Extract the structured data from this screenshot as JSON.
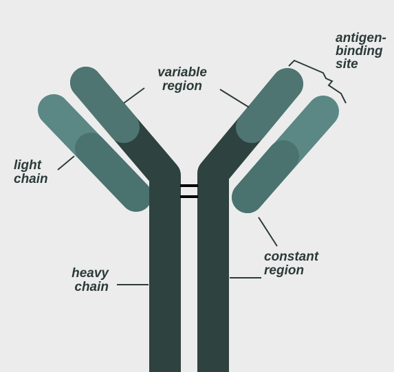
{
  "labels": {
    "variable_region": [
      "variable",
      "region"
    ],
    "light_chain": [
      "light",
      "chain"
    ],
    "antigen_binding_site": [
      "antigen-",
      "binding",
      "site"
    ],
    "constant_region": [
      "constant",
      "region"
    ],
    "heavy_chain": [
      "heavy",
      "chain"
    ]
  },
  "colors": {
    "background": "#ececec",
    "heavy_chain": "#2e4240",
    "variable_segment": "#4e7572",
    "light_chain_variable": "#5b8784",
    "light_chain_constant": "#4a726f",
    "pointer_lines": "#2b3a38"
  }
}
